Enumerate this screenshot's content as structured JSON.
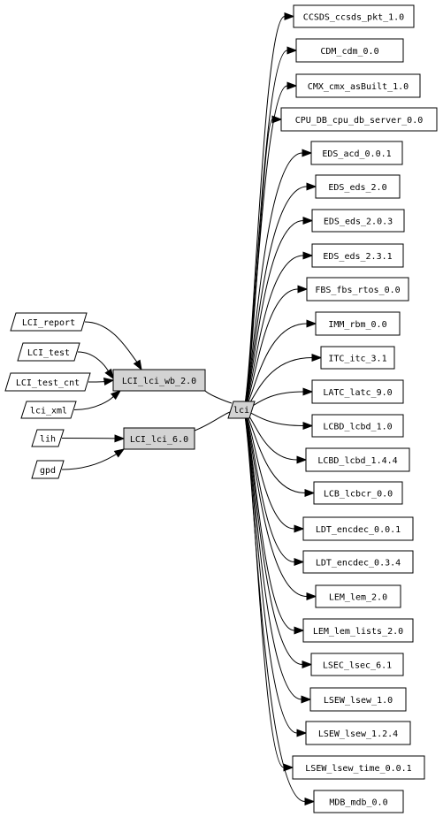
{
  "graph": {
    "center": {
      "label": "lci"
    },
    "sources": [
      {
        "label": "LCI_report",
        "target": "wb"
      },
      {
        "label": "LCI_test",
        "target": "wb"
      },
      {
        "label": "LCI_test_cnt",
        "target": "wb"
      },
      {
        "label": "lci_xml",
        "target": "wb"
      },
      {
        "label": "lih",
        "target": "v6"
      },
      {
        "label": "gpd",
        "target": "v6"
      }
    ],
    "packages": [
      {
        "id": "wb",
        "label": "LCI_lci_wb_2.0"
      },
      {
        "id": "v6",
        "label": "LCI_lci_6.0"
      }
    ],
    "dependencies": [
      "CCSDS_ccsds_pkt_1.0",
      "CDM_cdm_0.0",
      "CMX_cmx_asBuilt_1.0",
      "CPU_DB_cpu_db_server_0.0",
      "EDS_acd_0.0.1",
      "EDS_eds_2.0",
      "EDS_eds_2.0.3",
      "EDS_eds_2.3.1",
      "FBS_fbs_rtos_0.0",
      "IMM_rbm_0.0",
      "ITC_itc_3.1",
      "LATC_latc_9.0",
      "LCBD_lcbd_1.0",
      "LCBD_lcbd_1.4.4",
      "LCB_lcbcr_0.0",
      "LDT_encdec_0.0.1",
      "LDT_encdec_0.3.4",
      "LEM_lem_2.0",
      "LEM_lem_lists_2.0",
      "LSEC_lsec_6.1",
      "LSEW_lsew_1.0",
      "LSEW_lsew_1.2.4",
      "LSEW_lsew_time_0.0.1",
      "MDB_mdb_0.0"
    ]
  }
}
